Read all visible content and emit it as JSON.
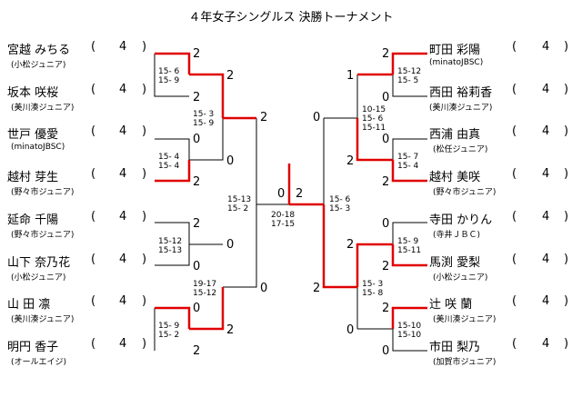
{
  "title": "４年女子シングルス 決勝トーナメント",
  "left_players": [
    {
      "name": "宮越 みちる",
      "team": "(小松ジュニア)",
      "grade": "4"
    },
    {
      "name": "坂本 咲桜",
      "team": "(美川湊ジュニア)",
      "grade": "4"
    },
    {
      "name": "世戸 優愛",
      "team": "(minatoJBSC)",
      "grade": "4"
    },
    {
      "name": "越村 芽生",
      "team": "(野々市ジュニア)",
      "grade": "4"
    },
    {
      "name": "延命 千陽",
      "team": "(野々市ジュニア)",
      "grade": "4"
    },
    {
      "name": "山下 奈乃花",
      "team": "(小松ジュニア)",
      "grade": "4"
    },
    {
      "name": "山 田  凛",
      "team": "(美川湊ジュニア)",
      "grade": "4"
    },
    {
      "name": "明円 香子",
      "team": "(オールエイジ)",
      "grade": "4"
    }
  ],
  "right_players": [
    {
      "name": "町田 彩陽",
      "team": "(minatoJBSC)",
      "grade": "4"
    },
    {
      "name": "西田 裕莉香",
      "team": "(美川湊ジュニア)",
      "grade": "4"
    },
    {
      "name": "西浦 由真",
      "team": "(松任ジュニア)",
      "grade": "4"
    },
    {
      "name": "越村 美咲",
      "team": "(野々市ジュニア)",
      "grade": "4"
    },
    {
      "name": "寺田 かりん",
      "team": "(寺井ＪＢＣ)",
      "grade": "4"
    },
    {
      "name": "馬渕 愛梨",
      "team": "(小松ジュニア)",
      "grade": "4"
    },
    {
      "name": "辻  咲 蘭",
      "team": "(美川湊ジュニア)",
      "grade": "4"
    },
    {
      "name": "市田 梨乃",
      "team": "(加賀市ジュニア)",
      "grade": "4"
    }
  ],
  "scores": {
    "l1a": "2",
    "l1b": "2",
    "l2a": "0",
    "l2b": "2",
    "l3a": "2",
    "l3b": "0",
    "l4a": "0",
    "l4b": "2",
    "lq1": "2",
    "lq2": "0",
    "lq3": "0",
    "lq4": "2",
    "ls1": "2",
    "ls2": "0",
    "f_left": "0",
    "f_right": "2",
    "rs1": "0",
    "rs2": "2",
    "r1a": "2",
    "r1b": "0",
    "r2a": "0",
    "r2b": "2",
    "r3a": "0",
    "r3b": "2",
    "r4a": "2",
    "r4b": "0",
    "rq1": "1",
    "rq2": "2",
    "rq3": "2",
    "rq4": "0"
  },
  "sets": {
    "l1": "15- 6\n15- 9",
    "l2": "15- 4\n15- 4",
    "l3": "15-12\n15-13",
    "l4": "15- 9\n15- 2",
    "lq1": "15- 3\n15- 9",
    "lq2": "19-17\n15-12",
    "ls": "15-13\n15- 2",
    "final": "20-18\n17-15",
    "rs": "15- 6\n15- 3",
    "rq1": "10-15\n15- 6\n15-11",
    "rq2": "15- 3\n15- 8",
    "r1": "15-12\n15- 5",
    "r2": "15- 7\n15- 4",
    "r3": "15- 9\n15-11",
    "r4": "15-10\n15-10"
  },
  "colors": {
    "winner_line": "#e00000",
    "bracket_line": "#000000"
  }
}
